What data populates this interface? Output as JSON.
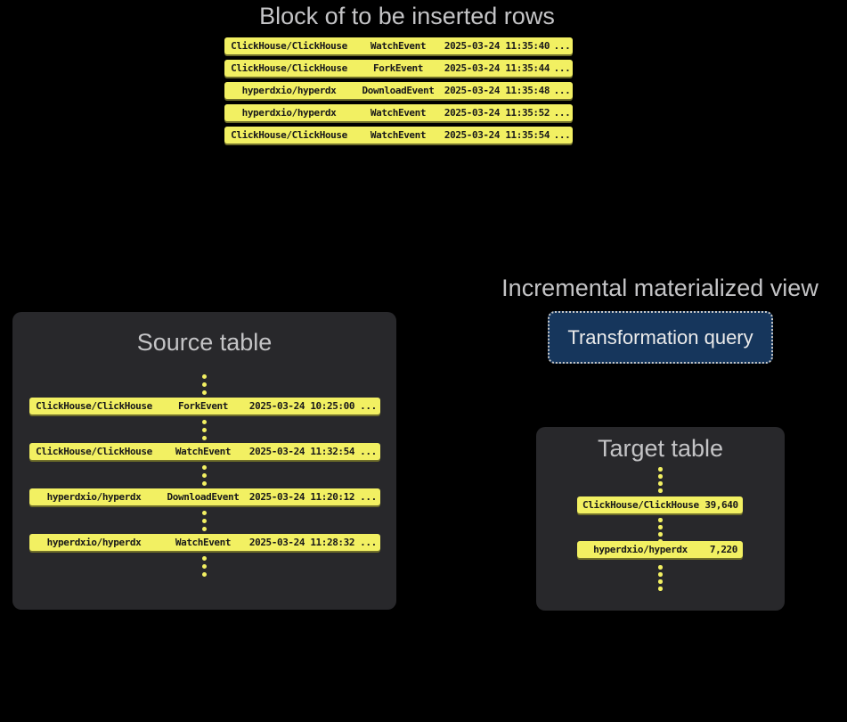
{
  "colors": {
    "bg": "#000000",
    "row_yellow": "#f2f062",
    "row_shadow": "#6f6e2a",
    "row_text": "#18181a",
    "box_bg": "#28282b",
    "title_gray": "#c4c4c6",
    "button_bg": "#16365c",
    "button_border": "#c8c8c8",
    "button_text": "#ebebeb"
  },
  "insert_block": {
    "title": "Block of to be inserted rows",
    "rows": [
      {
        "repo": "ClickHouse/ClickHouse",
        "event": "WatchEvent",
        "timestamp": "2025-03-24 11:35:40",
        "more": "..."
      },
      {
        "repo": "ClickHouse/ClickHouse",
        "event": "ForkEvent",
        "timestamp": "2025-03-24 11:35:44",
        "more": "..."
      },
      {
        "repo": "hyperdxio/hyperdx",
        "event": "DownloadEvent",
        "timestamp": "2025-03-24 11:35:48",
        "more": "..."
      },
      {
        "repo": "hyperdxio/hyperdx",
        "event": "WatchEvent",
        "timestamp": "2025-03-24 11:35:52",
        "more": "..."
      },
      {
        "repo": "ClickHouse/ClickHouse",
        "event": "WatchEvent",
        "timestamp": "2025-03-24 11:35:54",
        "more": "..."
      }
    ]
  },
  "source_table": {
    "title": "Source table",
    "rows": [
      {
        "repo": "ClickHouse/ClickHouse",
        "event": "ForkEvent",
        "timestamp": "2025-03-24 10:25:00",
        "more": "..."
      },
      {
        "repo": "ClickHouse/ClickHouse",
        "event": "WatchEvent",
        "timestamp": "2025-03-24 11:32:54",
        "more": "..."
      },
      {
        "repo": "hyperdxio/hyperdx",
        "event": "DownloadEvent",
        "timestamp": "2025-03-24 11:20:12",
        "more": "..."
      },
      {
        "repo": "hyperdxio/hyperdx",
        "event": "WatchEvent",
        "timestamp": "2025-03-24 11:28:32",
        "more": "..."
      }
    ]
  },
  "materialized_view": {
    "title": "Incremental materialized view",
    "button_label": "Transformation query"
  },
  "target_table": {
    "title": "Target table",
    "rows": [
      {
        "repo": "ClickHouse/ClickHouse",
        "count": "39,640"
      },
      {
        "repo": "hyperdxio/hyperdx",
        "count": "7,220"
      }
    ]
  }
}
